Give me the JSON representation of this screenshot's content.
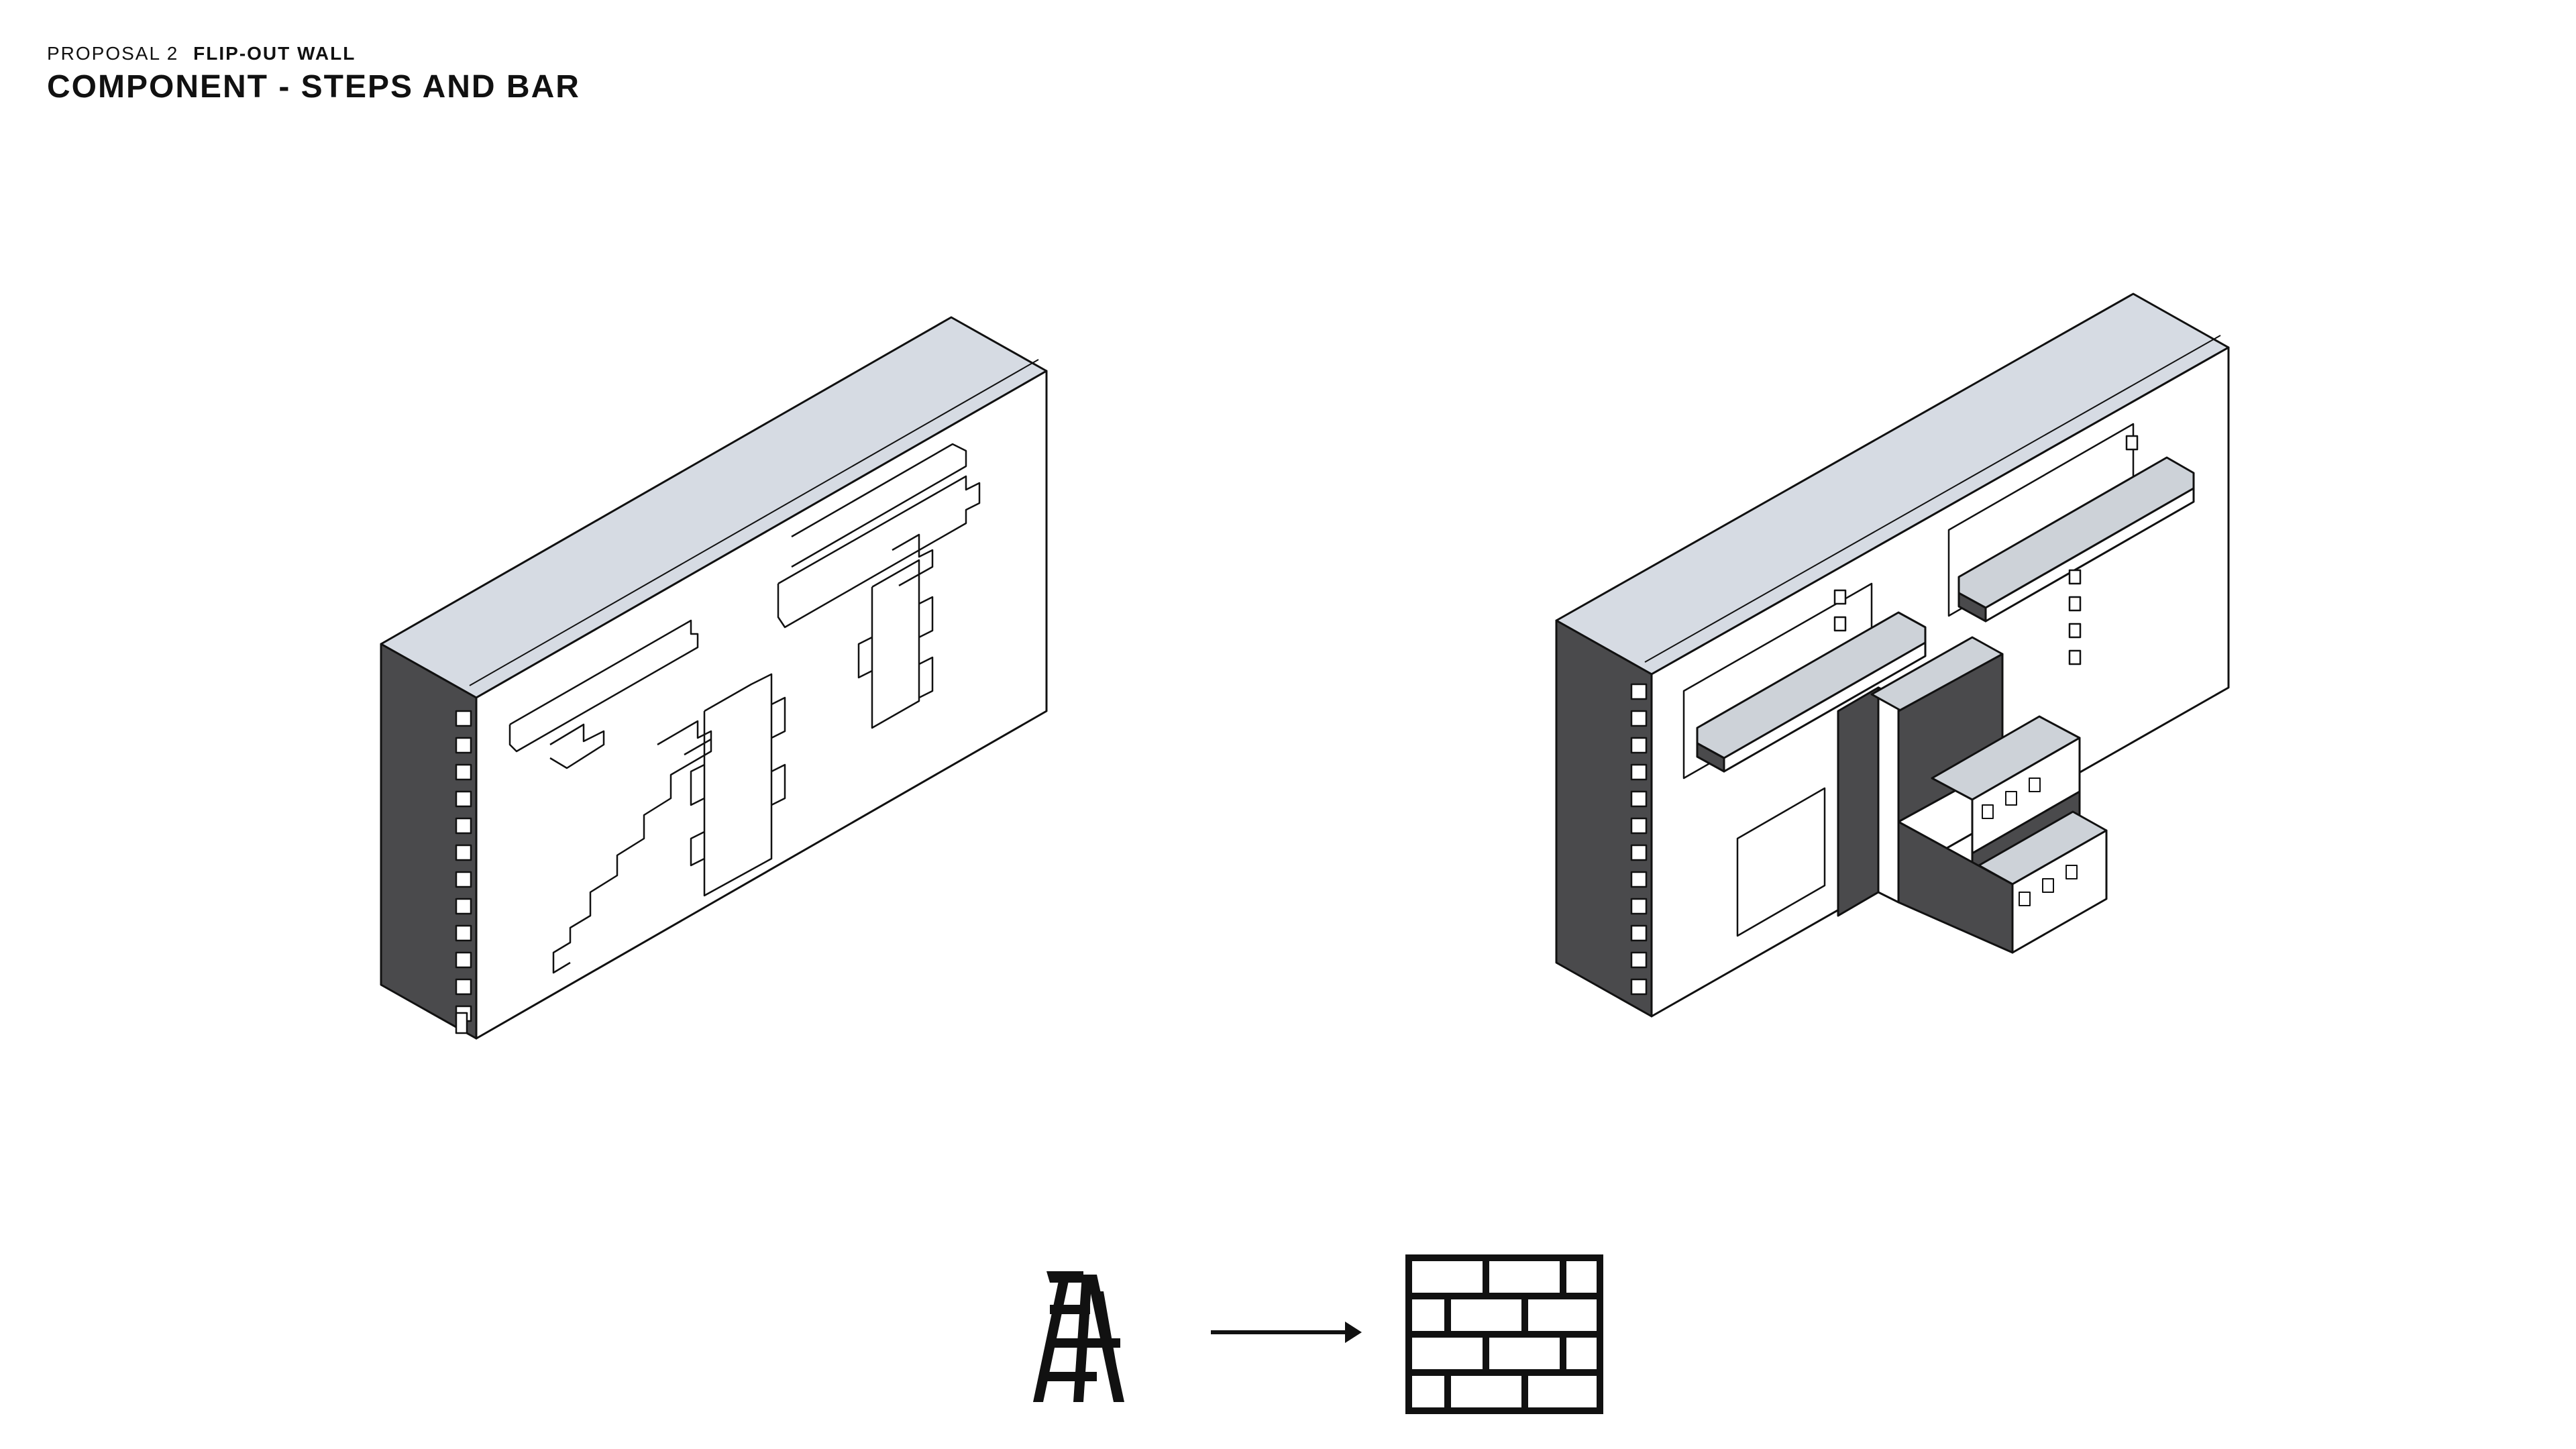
{
  "header": {
    "proposal": "PROPOSAL 2",
    "project": "FLIP-OUT WALL",
    "title": "COMPONENT - STEPS AND BAR"
  },
  "drawings": {
    "closed_wall": "wall-closed-drawing",
    "open_wall": "wall-open-drawing"
  },
  "legend": {
    "from_icon": "step-ladder-icon",
    "arrow": "arrow-right-icon",
    "to_icon": "brick-wall-icon"
  },
  "colors": {
    "ink": "#111111",
    "top_face": "#d6dbe3",
    "side_face": "#4a4a4c",
    "front_face": "#ffffff",
    "shelf": "#cdd2d8"
  }
}
